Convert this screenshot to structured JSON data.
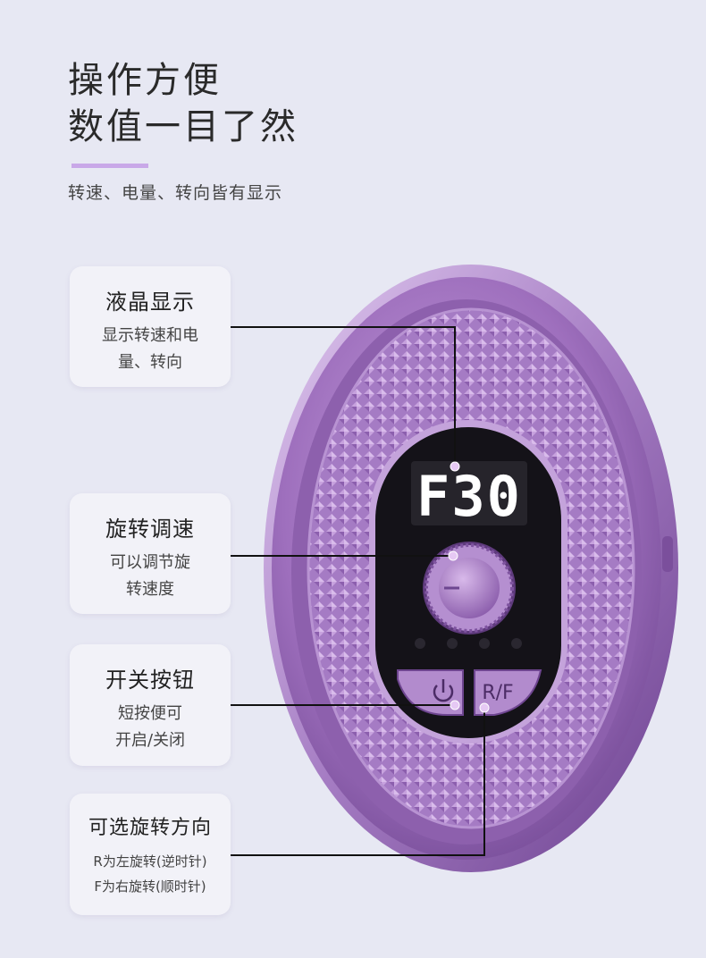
{
  "header": {
    "title_line1": "操作方便",
    "title_line2": "数值一目了然",
    "subtitle": "转速、电量、转向皆有显示",
    "accent_color": "#c9a8e8"
  },
  "callouts": [
    {
      "title": "液晶显示",
      "desc_line1": "显示转速和电",
      "desc_line2": "量、转向"
    },
    {
      "title": "旋转调速",
      "desc_line1": "可以调节旋",
      "desc_line2": "转速度"
    },
    {
      "title": "开关按钮",
      "desc_line1": "短按便可",
      "desc_line2": "开启/关闭"
    },
    {
      "title": "可选旋转方向",
      "desc_line1": "R为左旋转(逆时针)",
      "desc_line2": "F为右旋转(顺时针)"
    }
  ],
  "device": {
    "display_value": "F30",
    "direction_button_label": "R/F",
    "power_icon": "power-icon",
    "body_color": "#9a6ab8"
  }
}
